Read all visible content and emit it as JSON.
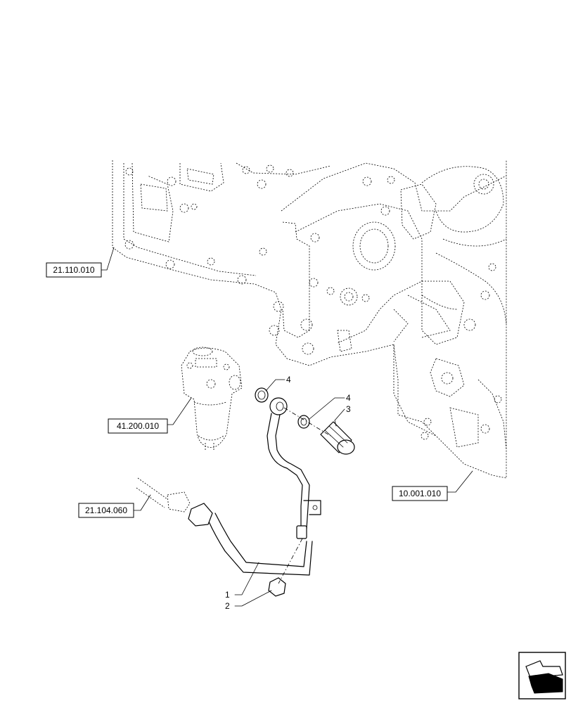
{
  "references": {
    "ref_21_110_010": "21.110.010",
    "ref_41_200_010": "41.200.010",
    "ref_21_104_060": "21.104.060",
    "ref_10_001_010": "10.001.010"
  },
  "callouts": {
    "item_1": "1",
    "item_2": "2",
    "item_3": "3",
    "item_4a": "4",
    "item_4b": "4"
  },
  "icons": {
    "nav_arrow": "next-page-arrow-icon"
  }
}
